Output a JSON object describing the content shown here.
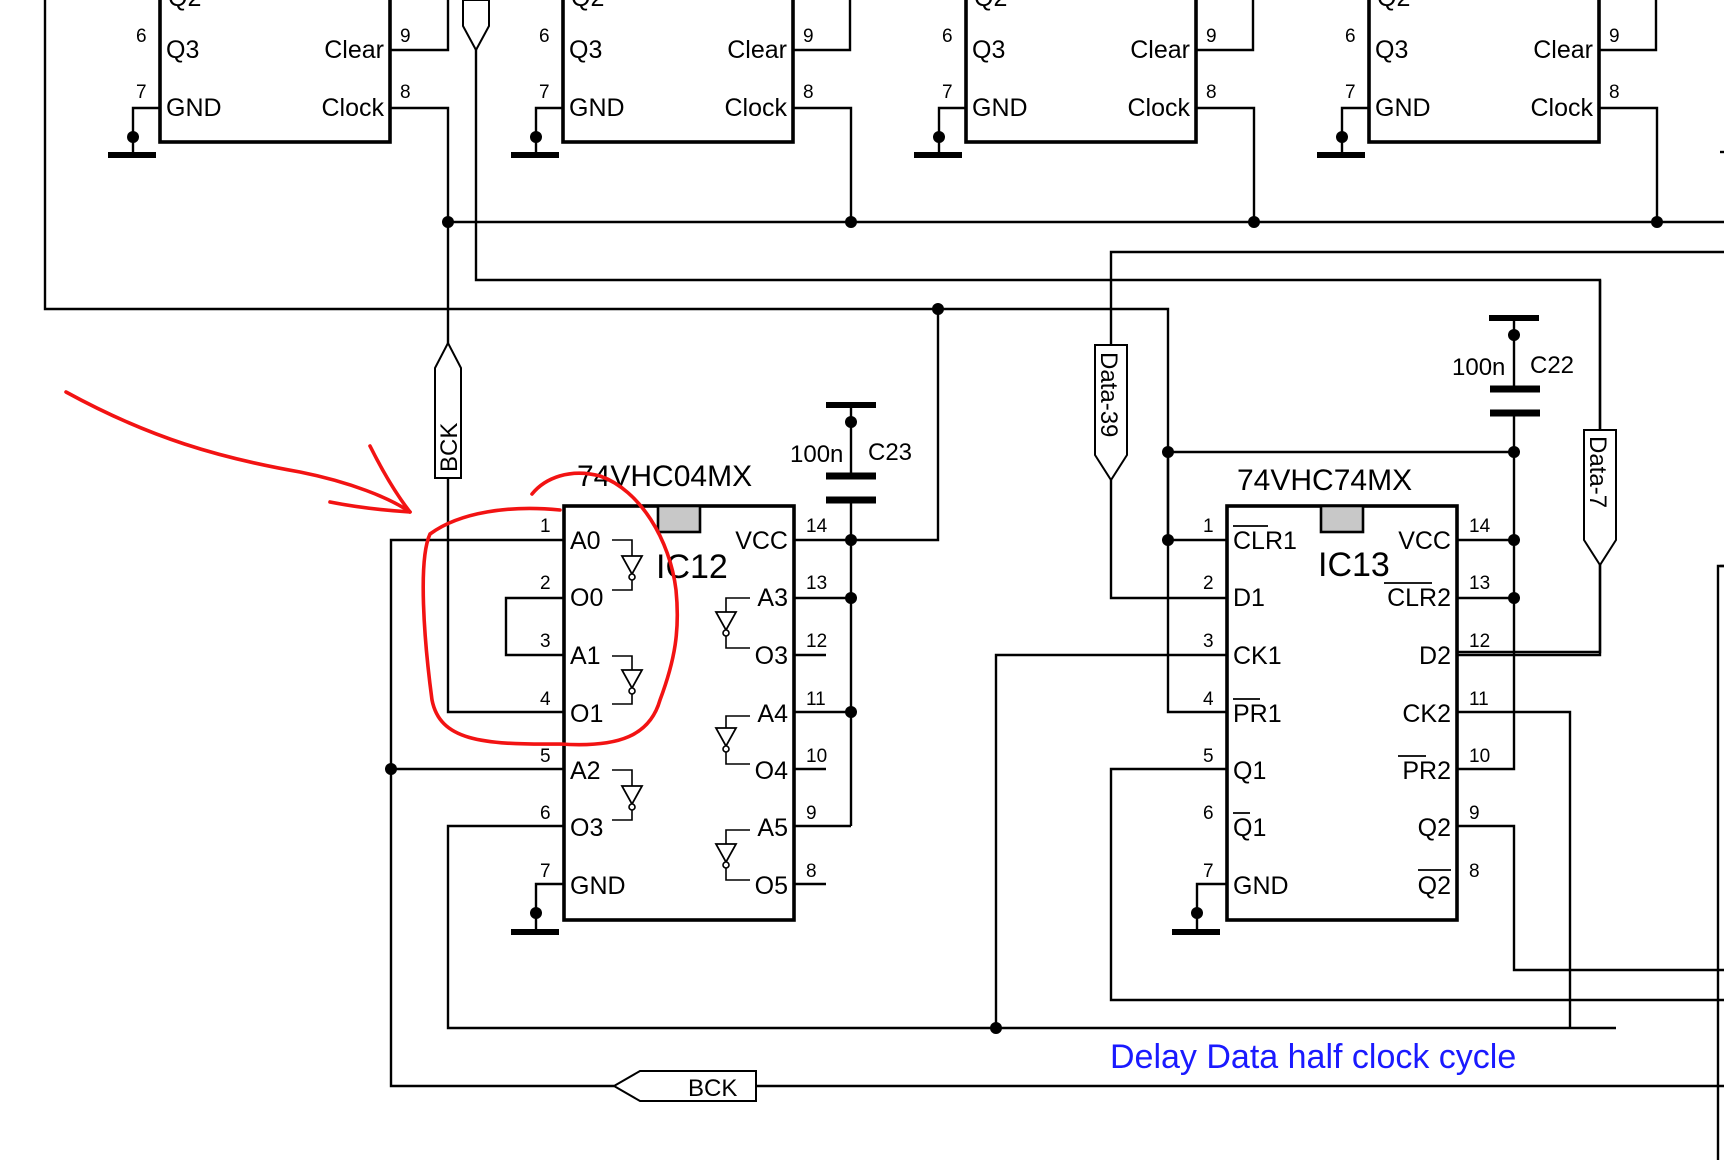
{
  "top_row": {
    "pins_left": [
      {
        "num": "6",
        "name": "Q3"
      },
      {
        "num": "7",
        "name": "GND"
      }
    ],
    "pins_right": [
      {
        "num": "9",
        "name": "Clear"
      },
      {
        "num": "8",
        "name": "Clock"
      }
    ]
  },
  "ic12": {
    "part": "74VHC04MX",
    "ref": "IC12",
    "left_pins": [
      {
        "num": "1",
        "name": "A0"
      },
      {
        "num": "2",
        "name": "O0"
      },
      {
        "num": "3",
        "name": "A1"
      },
      {
        "num": "4",
        "name": "O1"
      },
      {
        "num": "5",
        "name": "A2"
      },
      {
        "num": "6",
        "name": "O3"
      },
      {
        "num": "7",
        "name": "GND"
      }
    ],
    "right_pins": [
      {
        "num": "14",
        "name": "VCC"
      },
      {
        "num": "13",
        "name": "A3"
      },
      {
        "num": "12",
        "name": "O3"
      },
      {
        "num": "11",
        "name": "A4"
      },
      {
        "num": "10",
        "name": "O4"
      },
      {
        "num": "9",
        "name": "A5"
      },
      {
        "num": "8",
        "name": "O5"
      }
    ]
  },
  "ic13": {
    "part": "74VHC74MX",
    "ref": "IC13",
    "left_pins": [
      {
        "num": "1",
        "name": "CLR1"
      },
      {
        "num": "2",
        "name": "D1"
      },
      {
        "num": "3",
        "name": "CK1"
      },
      {
        "num": "4",
        "name": "PR1"
      },
      {
        "num": "5",
        "name": "Q1"
      },
      {
        "num": "6",
        "name": "Q1"
      },
      {
        "num": "7",
        "name": "GND"
      }
    ],
    "right_pins": [
      {
        "num": "14",
        "name": "VCC"
      },
      {
        "num": "13",
        "name": "CLR2"
      },
      {
        "num": "12",
        "name": "D2"
      },
      {
        "num": "11",
        "name": "CK2"
      },
      {
        "num": "10",
        "name": "PR2"
      },
      {
        "num": "9",
        "name": "Q2"
      },
      {
        "num": "8",
        "name": "Q2"
      }
    ]
  },
  "capacitors": [
    {
      "ref": "C23",
      "value": "100n"
    },
    {
      "ref": "C22",
      "value": "100n"
    }
  ],
  "net_labels": {
    "bck": "BCK",
    "data39": "Data-39",
    "data7": "Data-7"
  },
  "annotation": "Delay Data half clock cycle",
  "colors": {
    "annotation": "#1a1aff",
    "markup": "#f21313"
  }
}
